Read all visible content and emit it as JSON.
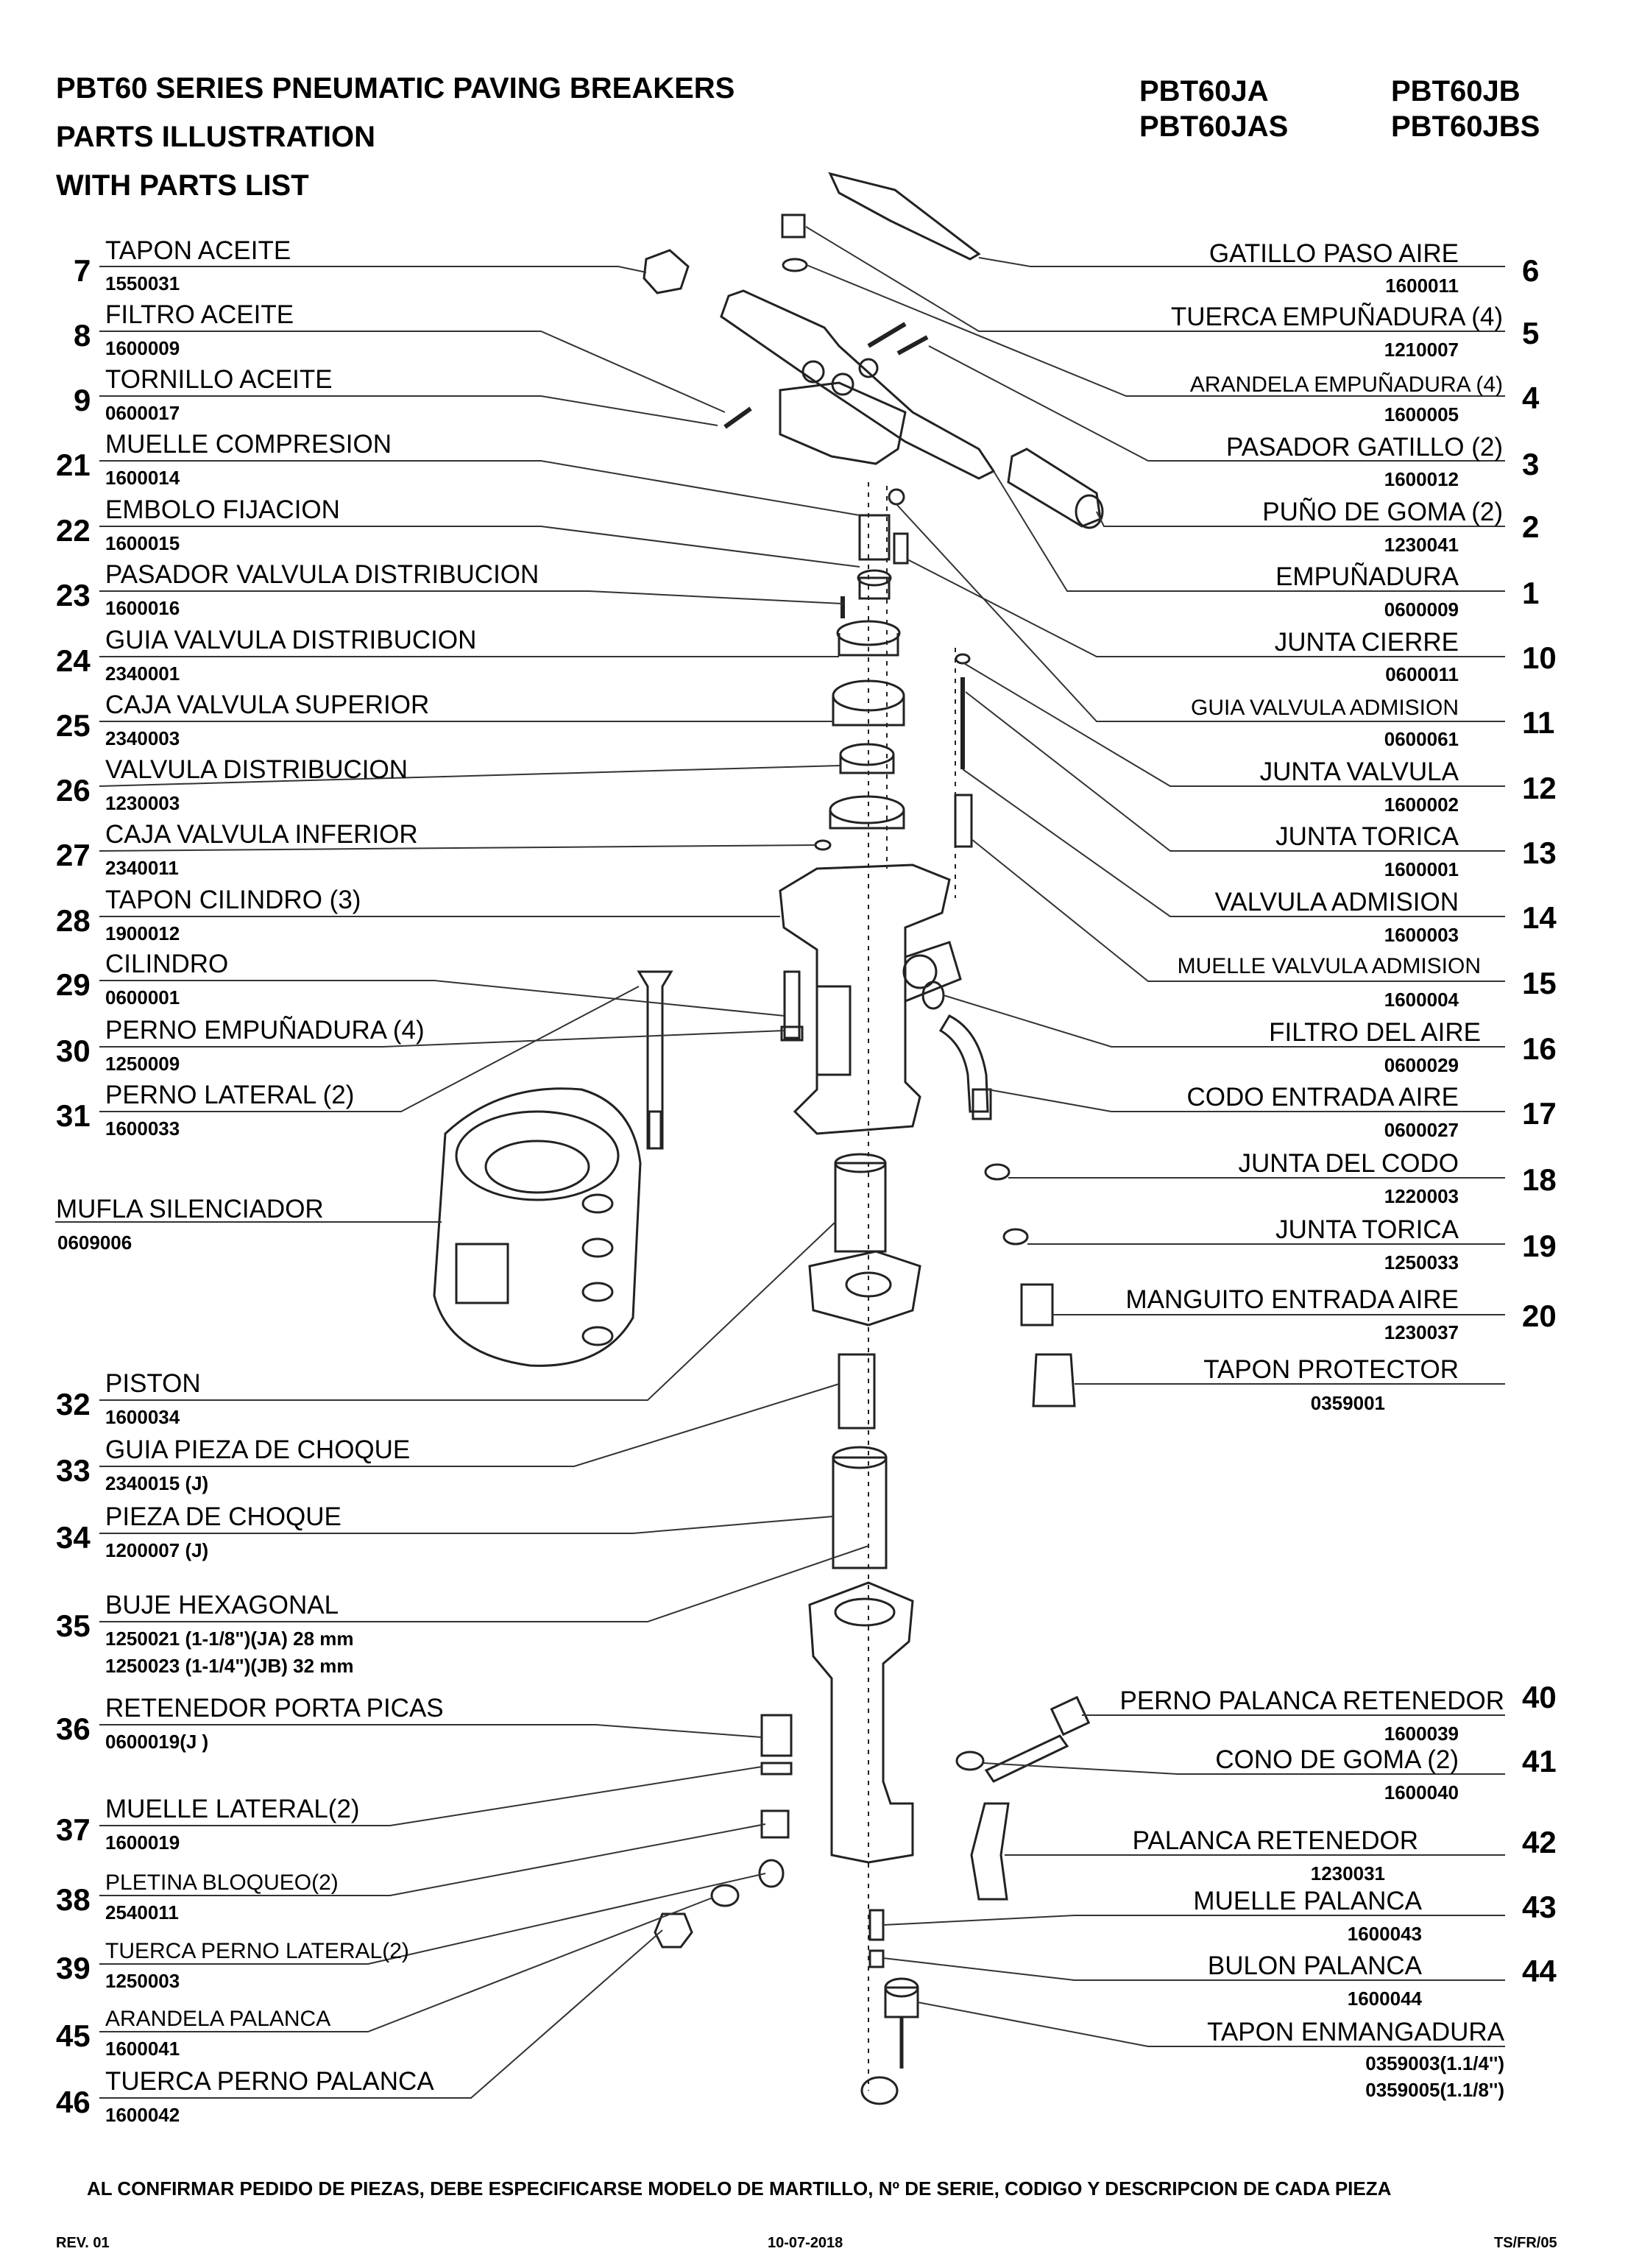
{
  "header": {
    "title_line1": "PBT60 SERIES PNEUMATIC PAVING BREAKERS",
    "title_line2": "PARTS ILLUSTRATION",
    "title_line3": "WITH PARTS LIST",
    "model_1": "PBT60JA",
    "model_2": "PBT60JB",
    "model_3": "PBT60JAS",
    "model_4": "PBT60JBS"
  },
  "left_parts": [
    {
      "num": "7",
      "desc": "TAPON ACEITE",
      "code": "1550031"
    },
    {
      "num": "8",
      "desc": "FILTRO ACEITE",
      "code": "1600009"
    },
    {
      "num": "9",
      "desc": "TORNILLO ACEITE",
      "code": "0600017"
    },
    {
      "num": "21",
      "desc": "MUELLE COMPRESION",
      "code": "1600014"
    },
    {
      "num": "22",
      "desc": "EMBOLO FIJACION",
      "code": "1600015"
    },
    {
      "num": "23",
      "desc": "PASADOR VALVULA DISTRIBUCION",
      "code": "1600016"
    },
    {
      "num": "24",
      "desc": "GUIA VALVULA DISTRIBUCION",
      "code": "2340001"
    },
    {
      "num": "25",
      "desc": "CAJA VALVULA SUPERIOR",
      "code": "2340003"
    },
    {
      "num": "26",
      "desc": "VALVULA DISTRIBUCION",
      "code": "1230003"
    },
    {
      "num": "27",
      "desc": "CAJA VALVULA INFERIOR",
      "code": "2340011"
    },
    {
      "num": "28",
      "desc": "TAPON CILINDRO (3)",
      "code": "1900012"
    },
    {
      "num": "29",
      "desc": "CILINDRO",
      "code": "0600001"
    },
    {
      "num": "30",
      "desc": "PERNO EMPUÑADURA (4)",
      "code": "1250009"
    },
    {
      "num": "31",
      "desc": "PERNO LATERAL (2)",
      "code": "1600033"
    },
    {
      "num": "",
      "desc": "MUFLA SILENCIADOR",
      "code": "0609006"
    },
    {
      "num": "32",
      "desc": "PISTON",
      "code": "1600034"
    },
    {
      "num": "33",
      "desc": "GUIA PIEZA DE CHOQUE",
      "code": "2340015 (J)"
    },
    {
      "num": "34",
      "desc": "PIEZA DE CHOQUE",
      "code": "1200007 (J)"
    },
    {
      "num": "35",
      "desc": "BUJE HEXAGONAL",
      "code": "1250021 (1-1/8\")(JA) 28 mm",
      "code2": "1250023 (1-1/4\")(JB) 32 mm"
    },
    {
      "num": "36",
      "desc": "RETENEDOR PORTA PICAS",
      "code": "0600019(J )"
    },
    {
      "num": "37",
      "desc": "MUELLE LATERAL(2)",
      "code": "1600019"
    },
    {
      "num": "38",
      "desc": "PLETINA BLOQUEO(2)",
      "code": "2540011"
    },
    {
      "num": "39",
      "desc": "TUERCA PERNO LATERAL(2)",
      "code": "1250003"
    },
    {
      "num": "45",
      "desc": "ARANDELA PALANCA",
      "code": "1600041"
    },
    {
      "num": "46",
      "desc": "TUERCA PERNO PALANCA",
      "code": "1600042"
    }
  ],
  "right_parts": [
    {
      "num": "6",
      "desc": "GATILLO PASO AIRE",
      "code": "1600011"
    },
    {
      "num": "5",
      "desc": "TUERCA EMPUÑADURA (4)",
      "code": "1210007"
    },
    {
      "num": "4",
      "desc": "ARANDELA EMPUÑADURA (4)",
      "code": "1600005"
    },
    {
      "num": "3",
      "desc": "PASADOR GATILLO (2)",
      "code": "1600012"
    },
    {
      "num": "2",
      "desc": "PUÑO DE GOMA (2)",
      "code": "1230041"
    },
    {
      "num": "1",
      "desc": "EMPUÑADURA",
      "code": "0600009"
    },
    {
      "num": "10",
      "desc": "JUNTA CIERRE",
      "code": "0600011"
    },
    {
      "num": "11",
      "desc": "GUIA VALVULA ADMISION",
      "code": "0600061"
    },
    {
      "num": "12",
      "desc": "JUNTA VALVULA",
      "code": "1600002"
    },
    {
      "num": "13",
      "desc": "JUNTA TORICA",
      "code": "1600001"
    },
    {
      "num": "14",
      "desc": "VALVULA ADMISION",
      "code": "1600003"
    },
    {
      "num": "15",
      "desc": "MUELLE VALVULA  ADMISION",
      "code": "1600004"
    },
    {
      "num": "16",
      "desc": "FILTRO DEL AIRE",
      "code": "0600029"
    },
    {
      "num": "17",
      "desc": "CODO ENTRADA AIRE",
      "code": "0600027"
    },
    {
      "num": "18",
      "desc": "JUNTA DEL CODO",
      "code": "1220003"
    },
    {
      "num": "19",
      "desc": "JUNTA TORICA",
      "code": "1250033"
    },
    {
      "num": "20",
      "desc": "MANGUITO ENTRADA AIRE",
      "code": "1230037"
    },
    {
      "num": "",
      "desc": "TAPON PROTECTOR",
      "code": "0359001"
    },
    {
      "num": "40",
      "desc": "PERNO PALANCA RETENEDOR",
      "code": "1600039"
    },
    {
      "num": "41",
      "desc": "CONO DE GOMA (2)",
      "code": "1600040"
    },
    {
      "num": "42",
      "desc": "PALANCA RETENEDOR",
      "code": "1230031"
    },
    {
      "num": "43",
      "desc": "MUELLE PALANCA",
      "code": "1600043"
    },
    {
      "num": "44",
      "desc": "BULON PALANCA",
      "code": "1600044"
    },
    {
      "num": "",
      "desc": "TAPON ENMANGADURA",
      "code": "0359003(1.1/4'')",
      "code2": "0359005(1.1/8'')"
    }
  ],
  "footer": {
    "note": "AL CONFIRMAR PEDIDO DE PIEZAS, DEBE ESPECIFICARSE MODELO DE MARTILLO, Nº DE SERIE, CODIGO Y DESCRIPCION DE CADA PIEZA",
    "rev": "REV. 01",
    "date": "10-07-2018",
    "ref": "TS/FR/05"
  }
}
